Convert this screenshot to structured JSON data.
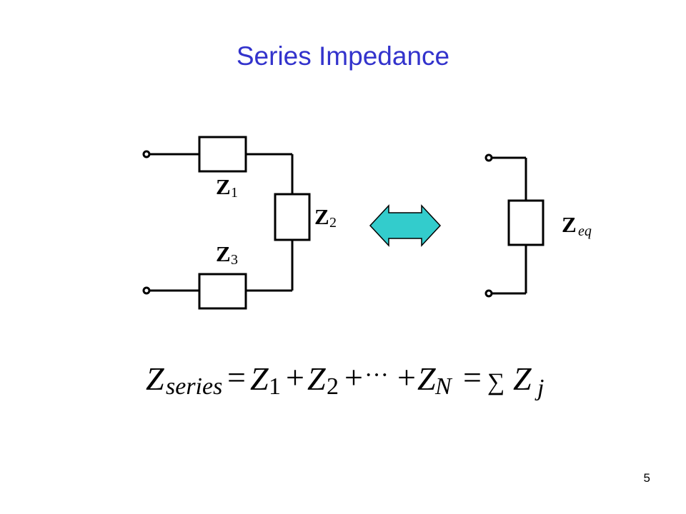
{
  "slide": {
    "title": "Series Impedance",
    "page_number": "5"
  },
  "left_circuit": {
    "z1": {
      "main": "Z",
      "sub": "1"
    },
    "z2": {
      "main": "Z",
      "sub": "2"
    },
    "z3": {
      "main": "Z",
      "sub": "3"
    }
  },
  "right_circuit": {
    "zeq": {
      "main": "Z",
      "sub": "eq"
    }
  },
  "arrow": {
    "color": "#33cccc"
  },
  "equation": {
    "lhs_var": "Z",
    "lhs_sub": "series",
    "equals1": "=",
    "term1_var": "Z",
    "term1_sub": "1",
    "plus1": "+",
    "term2_var": "Z",
    "term2_sub": "2",
    "plus2": "+",
    "ellipsis": "···",
    "plus3": "+",
    "termN_var": "Z",
    "termN_sub": "N",
    "equals2": "=",
    "sum_symbol": "∑",
    "sum_var": "Z",
    "sum_sub": "j"
  }
}
